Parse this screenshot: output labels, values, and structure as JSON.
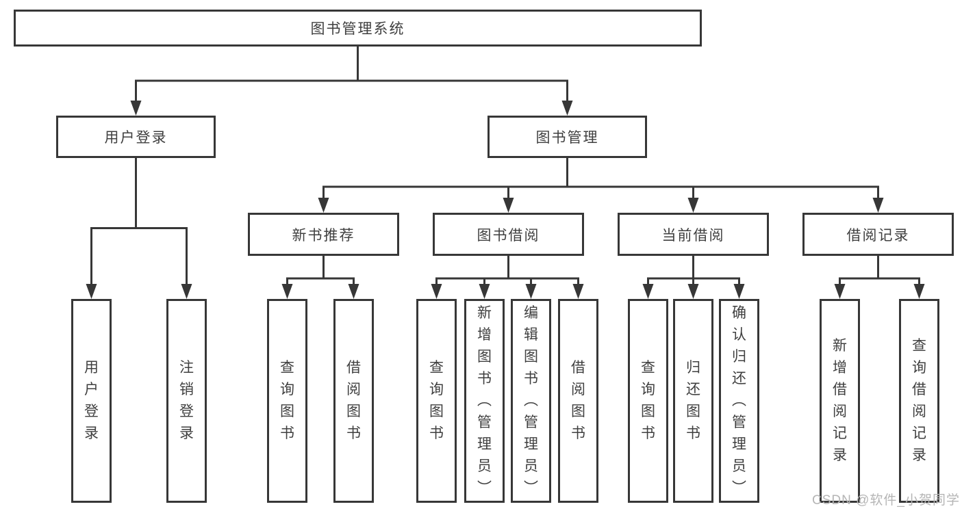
{
  "diagram": {
    "root": {
      "label": "图书管理系统"
    },
    "level2": {
      "user_login": {
        "label": "用户登录"
      },
      "book_management": {
        "label": "图书管理"
      }
    },
    "level3": {
      "new_book_recommendation": {
        "label": "新书推荐"
      },
      "book_borrowing": {
        "label": "图书借阅"
      },
      "current_borrowing": {
        "label": "当前借阅"
      },
      "borrowing_records": {
        "label": "借阅记录"
      }
    },
    "groups": {
      "user_login": [
        "用户登录",
        "注销登录"
      ],
      "new_book_recommendation": [
        "查询图书",
        "借阅图书"
      ],
      "book_borrowing": [
        "查询图书",
        "新增图书（管理员）",
        "编辑图书（管理员）",
        "借阅图书"
      ],
      "current_borrowing": [
        "查询图书",
        "归还图书",
        "确认归还（管理员）"
      ],
      "borrowing_records": [
        "新增借阅记录",
        "查询借阅记录"
      ]
    }
  },
  "watermark": {
    "text": "CSDN @软件_小贺同学"
  },
  "colors": {
    "line": "#373737",
    "text": "#3f3f3f",
    "watermark": "#b5b5b5",
    "background": "#ffffff"
  }
}
